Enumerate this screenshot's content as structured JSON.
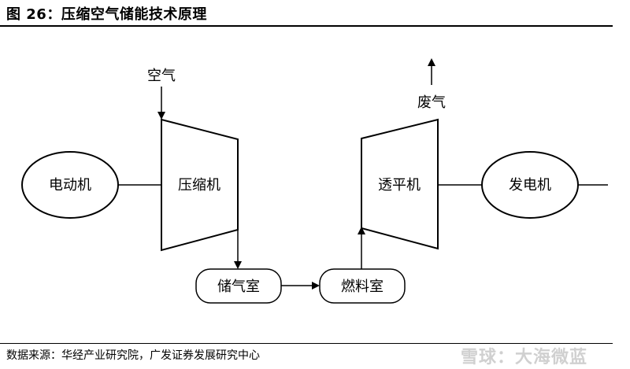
{
  "header": {
    "title": "图 26：压缩空气储能技术原理"
  },
  "diagram": {
    "inputs": {
      "air": "空气",
      "exhaust": "废气"
    },
    "nodes": {
      "motor": "电动机",
      "compressor": "压缩机",
      "storage": "储气室",
      "combustion": "燃料室",
      "turbine": "透平机",
      "generator": "发电机"
    }
  },
  "footer": {
    "source": "数据来源：华经产业研究院，广发证券发展研究中心",
    "watermark": "雪球：大海微蓝"
  }
}
